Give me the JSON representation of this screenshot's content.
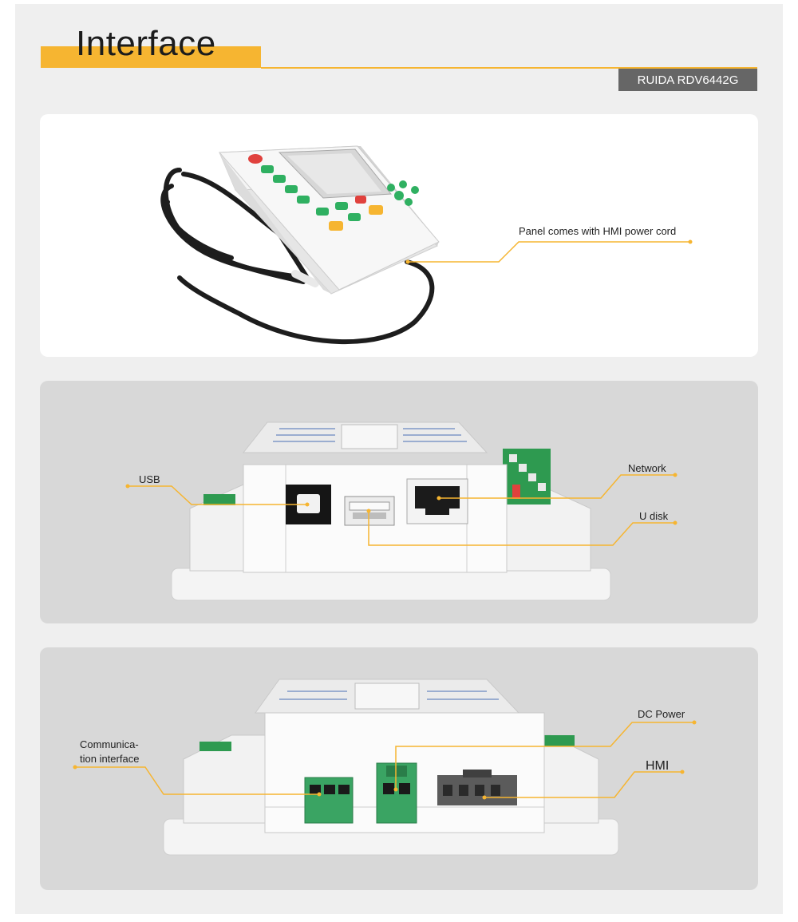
{
  "header": {
    "title": "Interface",
    "model": "RUIDA RDV6442G"
  },
  "panel1": {
    "callout": "Panel comes with HMI power cord"
  },
  "panel2": {
    "usb": "USB",
    "network": "Network",
    "udisk": "U disk"
  },
  "panel3": {
    "comm_line1": "Communica-",
    "comm_line2": "tion interface",
    "dc_power": "DC Power",
    "hmi": "HMI"
  },
  "colors": {
    "accent": "#f6b531",
    "badge": "#666666",
    "background": "#efefef"
  }
}
